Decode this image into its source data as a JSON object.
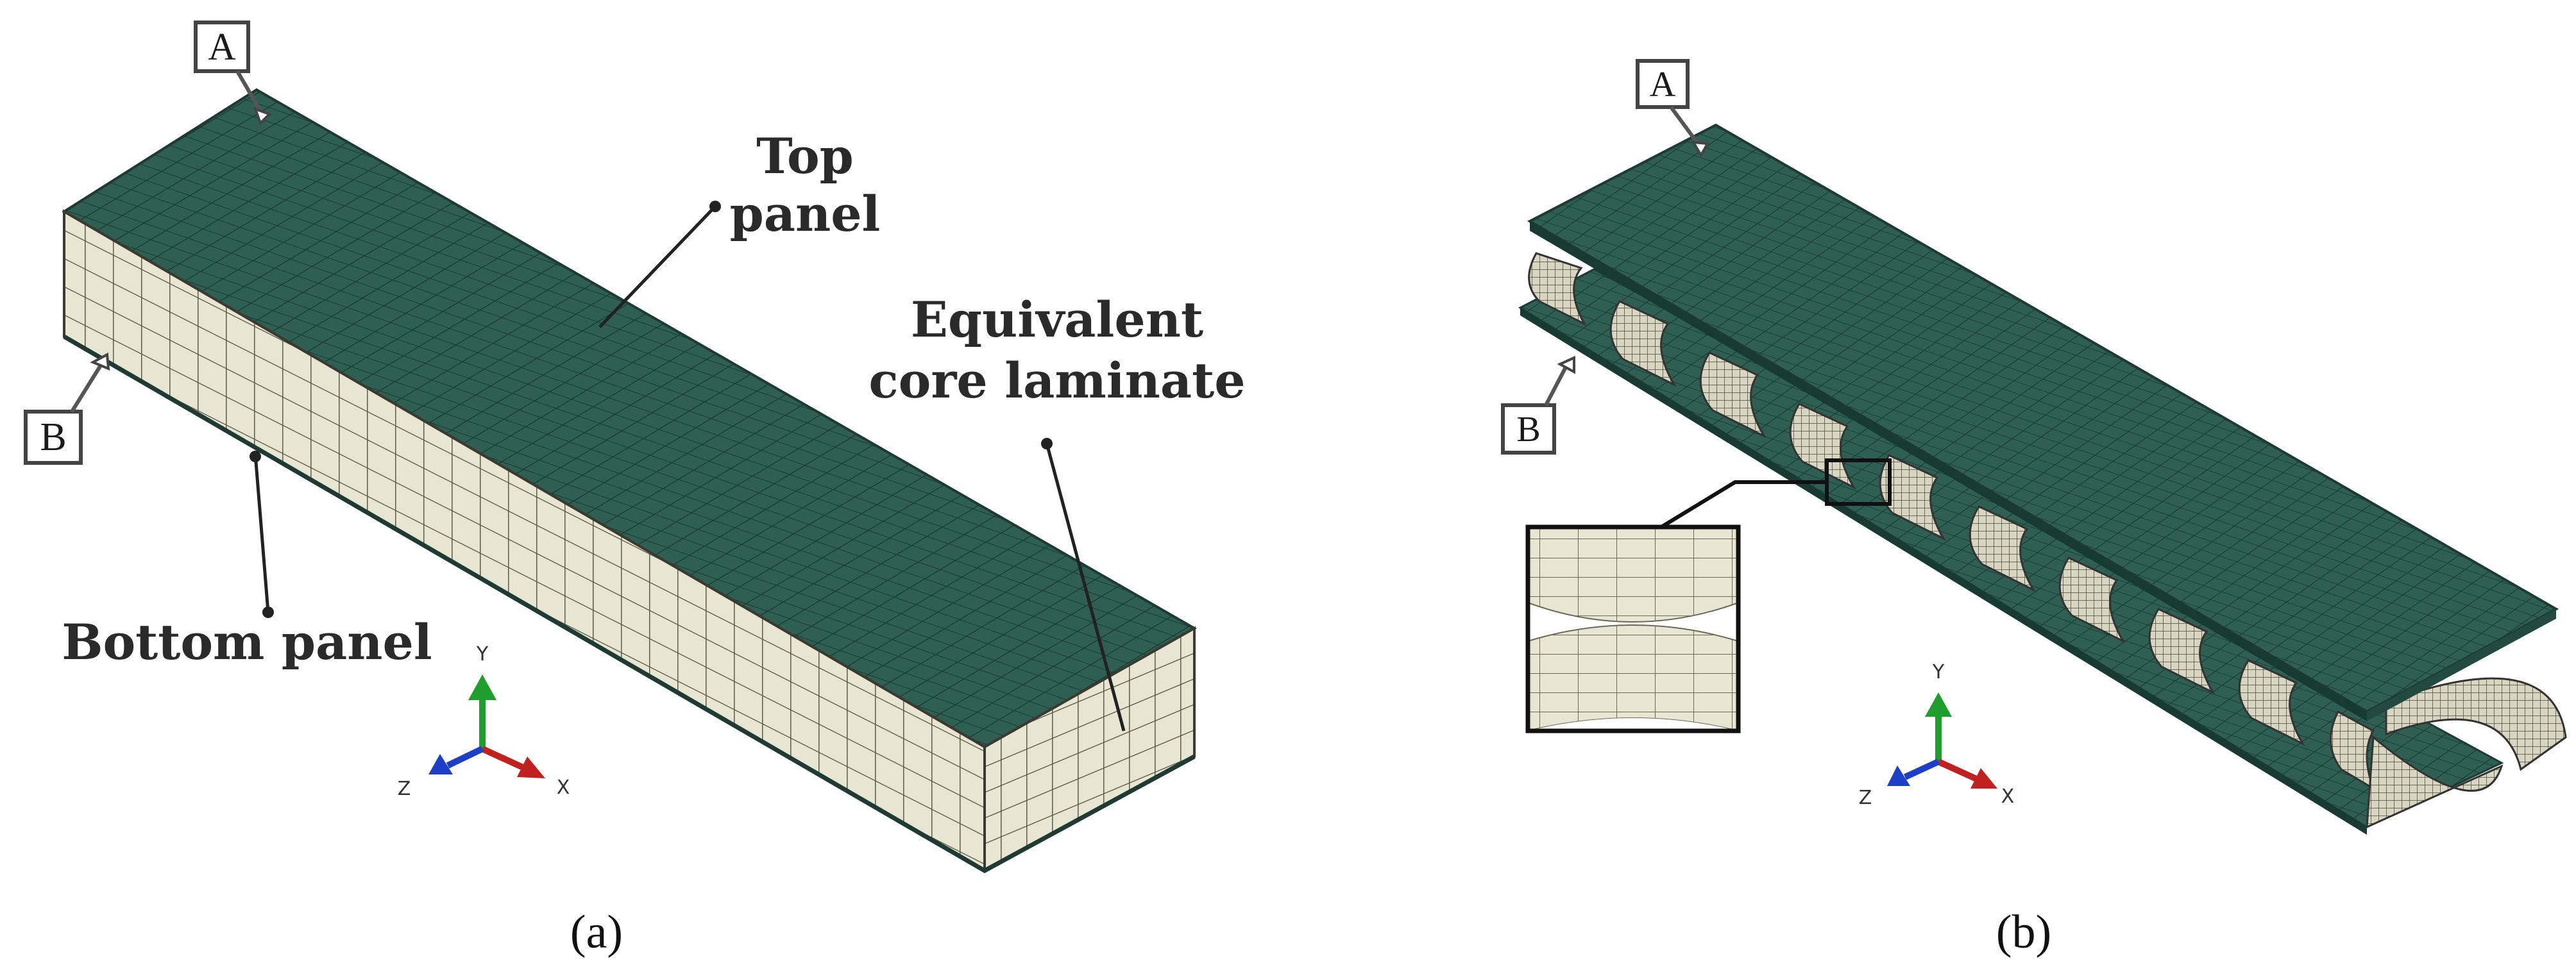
{
  "panel_a": {
    "caption": "(a)",
    "point_a": "A",
    "point_b": "B",
    "label_top_line1": "Top",
    "label_top_line2": "panel",
    "label_core_line1": "Equivalent",
    "label_core_line2": "core laminate",
    "label_bottom": "Bottom panel",
    "axis": {
      "y": "Y",
      "x": "X",
      "z": "Z"
    }
  },
  "panel_b": {
    "caption": "(b)",
    "point_a": "A",
    "point_b": "B",
    "axis": {
      "y": "Y",
      "x": "X",
      "z": "Z"
    }
  },
  "colors": {
    "panel_green": "#2f5e52",
    "core_cream": "#e8e6d2",
    "mesh_line": "#1c3d35",
    "axis_y": "#1f9e2d",
    "axis_x": "#c02020",
    "axis_z": "#1d3fc8"
  }
}
